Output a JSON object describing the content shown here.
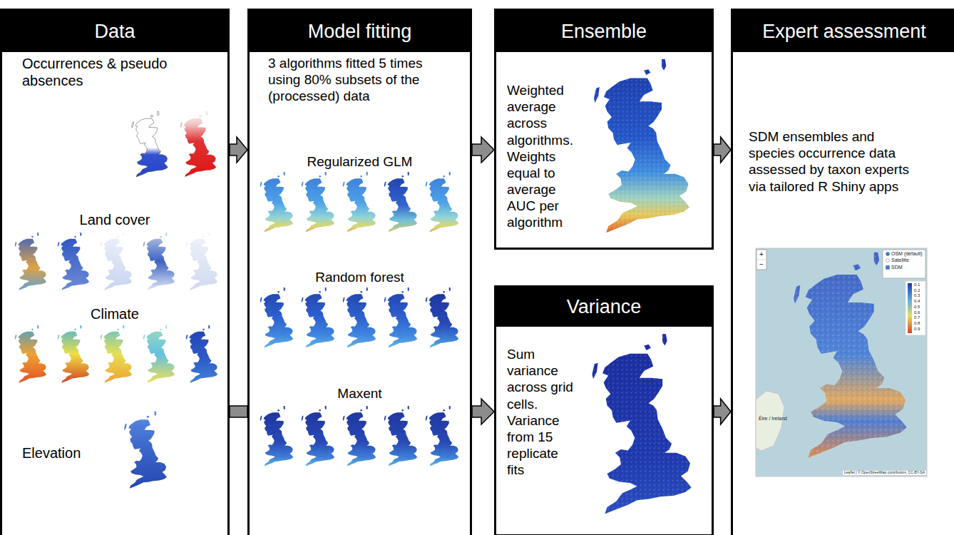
{
  "diagram": {
    "nodes": [
      {
        "text": [
          "Data",
          "Occurrences & pseudo absences",
          "Land cover",
          "Climate",
          "Elevation"
        ]
      },
      {
        "text": [
          "Model fitting",
          "3 algorithms fitted 5 times using 80% subsets of the (processed) data",
          "Regularized GLM",
          "Random forest",
          "Maxent"
        ]
      },
      {
        "text": [
          "Ensemble",
          "Weighted average across algorithms. Weights equal to average AUC per algorithm"
        ]
      },
      {
        "text": [
          "Variance",
          "Sum variance across grid cells. Variance from 15 replicate fits"
        ]
      },
      {
        "text": [
          "Expert assessment",
          "SDM ensembles and species occurrence data assessed by taxon experts via tailored R Shiny apps"
        ]
      }
    ],
    "edges": [
      {
        "from": 0,
        "to": 1,
        "arrow": "to"
      },
      {
        "from": 0,
        "to": 1,
        "arrow": "none"
      },
      {
        "from": 1,
        "to": 2,
        "arrow": "to"
      },
      {
        "from": 1,
        "to": 3,
        "arrow": "to"
      },
      {
        "from": 2,
        "to": 4,
        "arrow": "to"
      },
      {
        "from": 3,
        "to": 4,
        "arrow": "to"
      }
    ],
    "labels": [
      "+",
      "−",
      "OSM (default)",
      "Satellite",
      "SDM",
      "0.1",
      "0.2",
      "0.3",
      "0.4",
      "0.5",
      "0.6",
      "0.7",
      "0.8",
      "0.9",
      "Éire / Ireland",
      "Leaflet | © OpenStreetMap contributors, CC-BY-SA"
    ]
  }
}
